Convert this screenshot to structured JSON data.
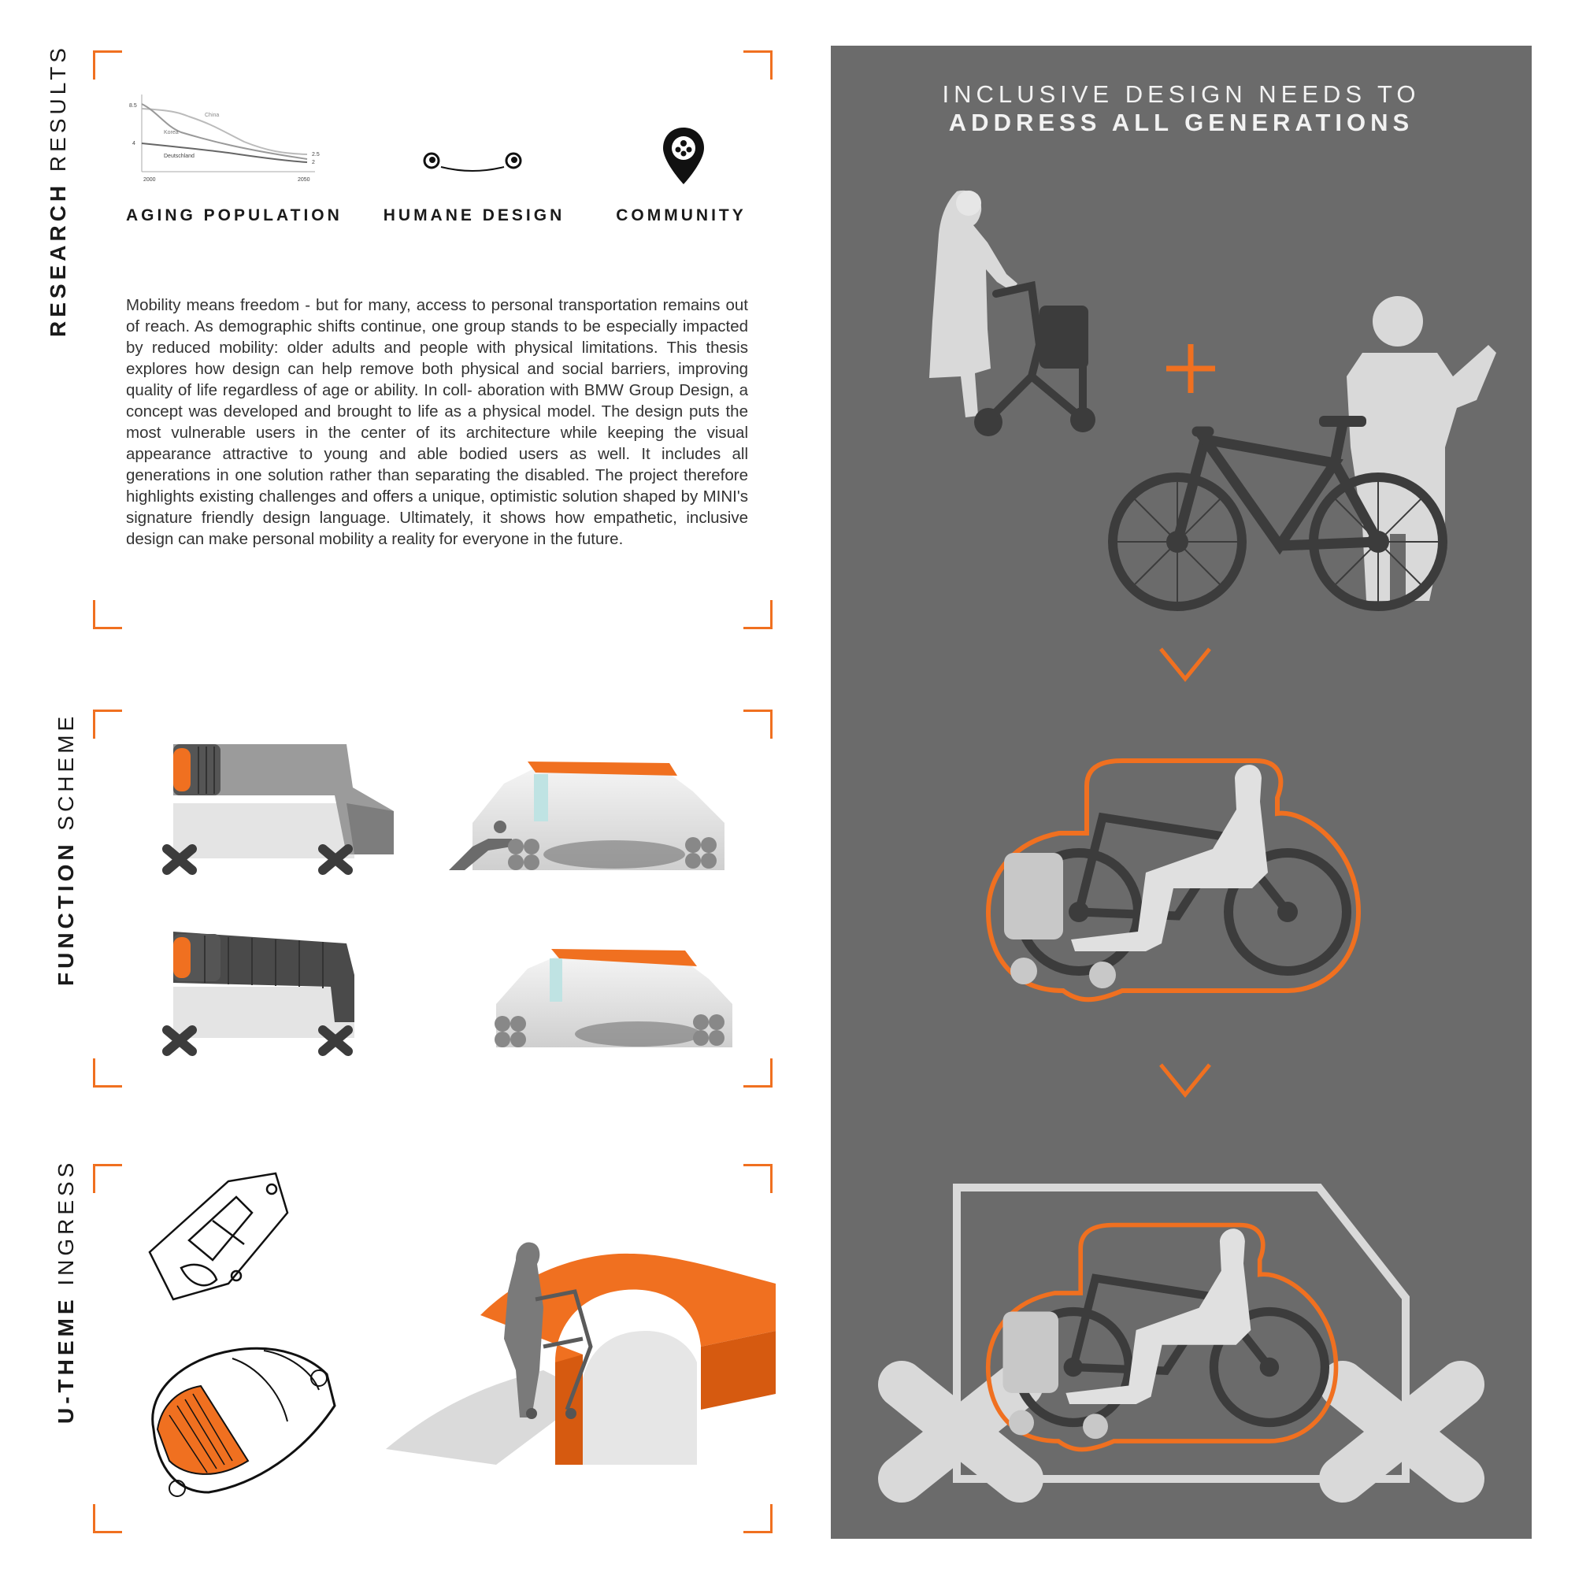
{
  "sections": {
    "research": {
      "bold": "RESEARCH",
      "light": "RESULTS"
    },
    "function": {
      "bold": "FUNCTION",
      "light": "SCHEME"
    },
    "utheme": {
      "bold": "U-THEME",
      "light": "INGRESS"
    }
  },
  "research_icons": {
    "aging_label": "AGING POPULATION",
    "humane_label": "HUMANE DESIGN",
    "community_label": "COMMUNITY"
  },
  "mini_chart": {
    "series": [
      {
        "name": "China"
      },
      {
        "name": "Korea"
      },
      {
        "name": "Deutschland"
      }
    ],
    "y_labels": [
      "8.5",
      "4",
      "2.5",
      "2"
    ],
    "x_labels": [
      "2000",
      "2050"
    ]
  },
  "body_text": "Mobility means freedom - but for many, access to personal transportation remains out of reach. As demographic shifts continue, one group stands to be especially impacted by reduced mobility: older adults and people with physical limitations. This thesis explores how design can help remove both physical and social barriers, improving quality of life regardless of age or ability. In coll- aboration with BMW Group Design, a concept was developed and brought to life as a physical model. The design puts the most vulnerable users in the center of its architecture while keeping the visual appearance attractive to young and able bodied users as well. It includes all generations in one solution rather than separating the disabled. The project therefore highlights existing challenges and offers a unique, optimistic solution shaped by MINI's signature friendly design language. Ultimately, it shows how empathetic, inclusive design can make personal mobility a reality for everyone in the future.",
  "right_panel": {
    "headline_line1": "INCLUSIVE DESIGN NEEDS TO",
    "headline_line2": "ADDRESS ALL GENERATIONS"
  },
  "colors": {
    "accent": "#f07020",
    "panel": "#6b6b6b",
    "silhouette": "#d8d8d8",
    "dark": "#3c3c3c"
  }
}
